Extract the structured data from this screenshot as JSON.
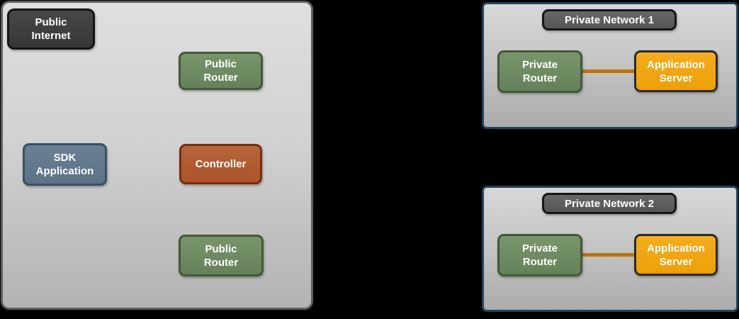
{
  "public_zone": {
    "title_badge": "Public\nInternet",
    "nodes": {
      "public_router_top": "Public\nRouter",
      "sdk_application": "SDK\nApplication",
      "controller": "Controller",
      "public_router_bottom": "Public\nRouter"
    }
  },
  "private_networks": [
    {
      "title_badge": "Private Network 1",
      "private_router": "Private\nRouter",
      "application_server": "Application\nServer"
    },
    {
      "title_badge": "Private Network 2",
      "private_router": "Private\nRouter",
      "application_server": "Application\nServer"
    }
  ],
  "colors": {
    "background": "#000000",
    "public_zone_fill_top": "#dfdfdf",
    "public_zone_fill_bottom": "#b3b3b3",
    "public_zone_border": "#5f5f5f",
    "dark_badge_fill": "#3d3d3d",
    "dark_badge_border": "#151515",
    "network_badge_fill": "#5e5e5e",
    "router_green_fill": "#6e8b61",
    "router_green_border": "#41593a",
    "sdk_slate_fill": "#63798e",
    "sdk_slate_border": "#3b5064",
    "controller_rust_fill": "#b05c31",
    "controller_rust_border": "#7a2c10",
    "server_orange_fill": "#f0a513",
    "server_orange_border": "#2b2b2b",
    "private_zone_border": "#20455c",
    "link_color": "#bf7206"
  }
}
